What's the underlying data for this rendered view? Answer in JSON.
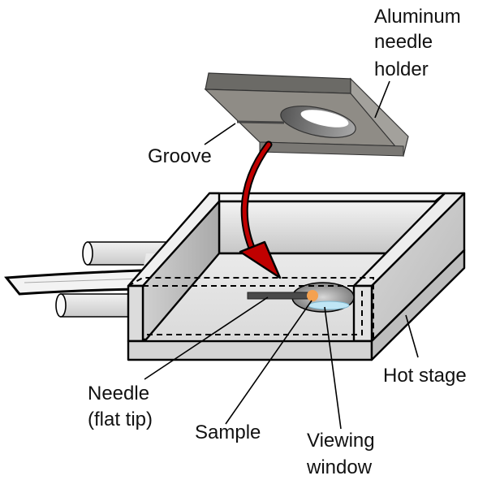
{
  "title": "Hot stage needle holder assembly schematic",
  "labels": {
    "holder_line1": "Aluminum",
    "holder_line2": "needle",
    "holder_line3": "holder",
    "groove": "Groove",
    "needle_line1": "Needle",
    "needle_line2": "(flat tip)",
    "sample": "Sample",
    "window_line1": "Viewing",
    "window_line2": "window",
    "hot_stage": "Hot stage"
  },
  "colors": {
    "arrow": "#c00000",
    "sample": "#f4a150",
    "window": "#bfe6f5",
    "holder_top": "#8f8c86",
    "holder_side": "#6b6a66",
    "needle": "#4a4a4a"
  }
}
